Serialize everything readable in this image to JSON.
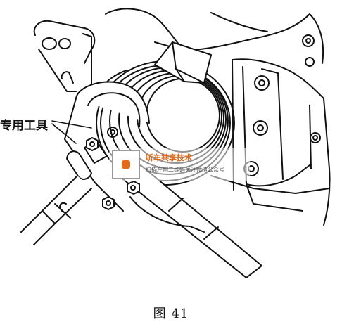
{
  "labels": {
    "special_tool": "专用工具",
    "figure_caption": "图 41"
  },
  "watermark": {
    "title": "听车共享技术",
    "subtitle": "扫描左侧二维码关注微信公众号",
    "accent_color": "#e36a1b"
  }
}
